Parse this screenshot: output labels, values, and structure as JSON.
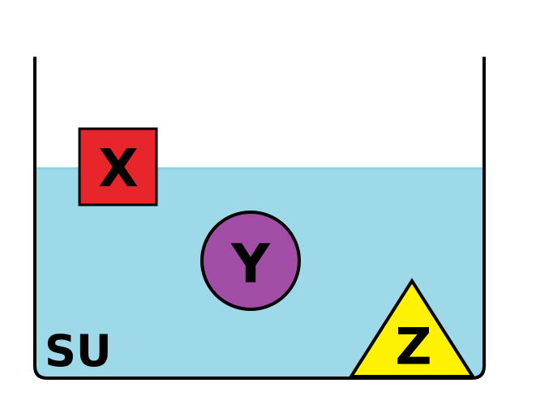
{
  "liquid": {
    "label": "SU",
    "color": "#9ED9EA"
  },
  "objects": {
    "x": {
      "label": "X",
      "shape": "square",
      "color": "#E8252B"
    },
    "y": {
      "label": "Y",
      "shape": "circle",
      "color": "#A24EA6"
    },
    "z": {
      "label": "Z",
      "shape": "triangle",
      "color": "#FFF200"
    }
  },
  "colors": {
    "outline": "#000000",
    "background": "#FFFFFF"
  }
}
